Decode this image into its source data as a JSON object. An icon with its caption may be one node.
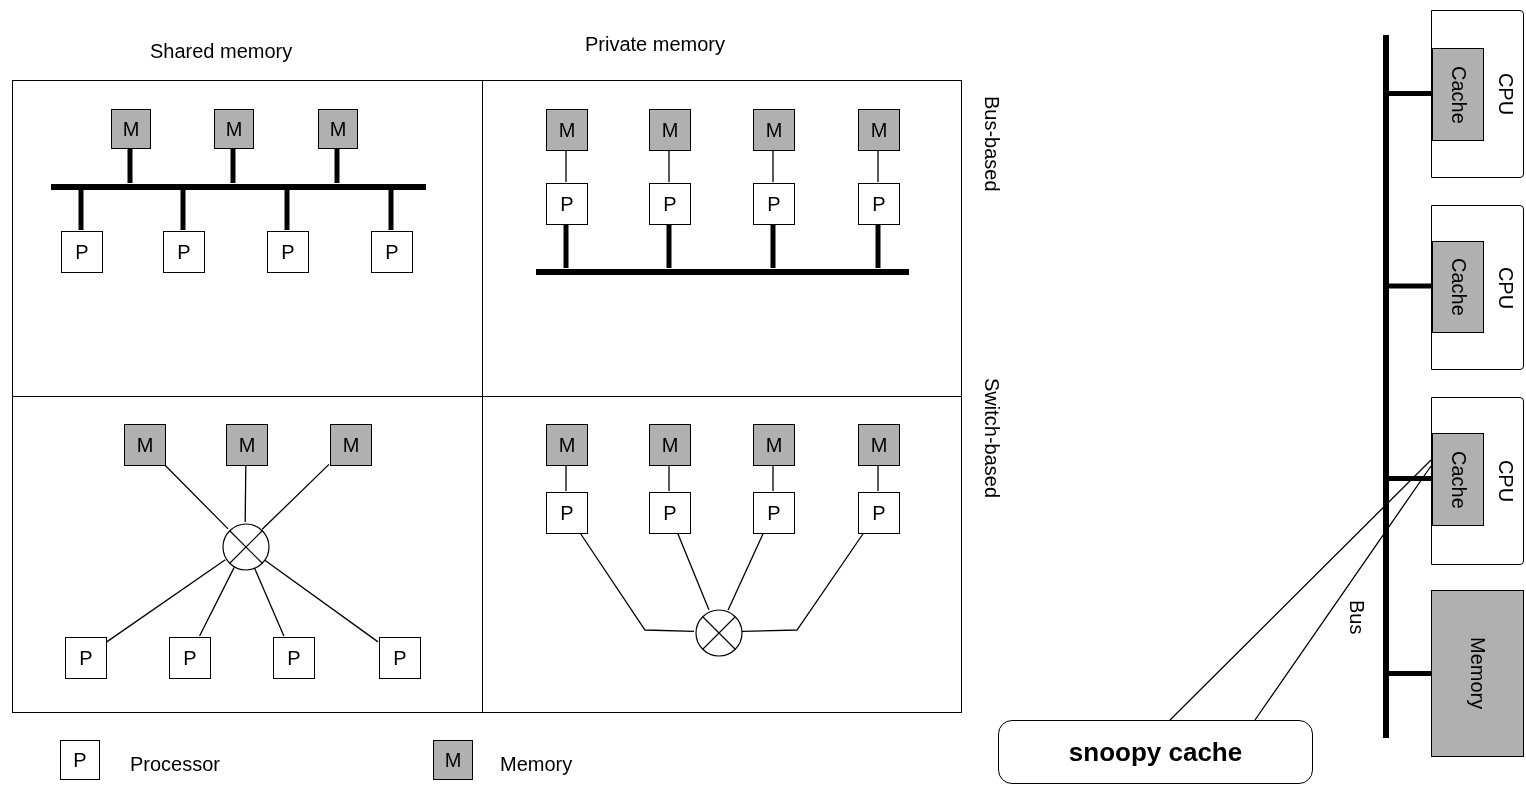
{
  "diagram": {
    "nodes": [
      {
        "text": [],
        "shape": "box"
      },
      {
        "text": [
          "M"
        ],
        "in": 0
      },
      {
        "text": [
          "M"
        ],
        "in": 0
      },
      {
        "text": [
          "M"
        ],
        "in": 0
      },
      {
        "text": [],
        "shape": "bar",
        "in": 0
      },
      {
        "text": [
          "P"
        ],
        "in": 0
      },
      {
        "text": [
          "P"
        ],
        "in": 0
      },
      {
        "text": [
          "P"
        ],
        "in": 0
      },
      {
        "text": [
          "P"
        ],
        "in": 0
      },
      {
        "text": [],
        "shape": "box"
      },
      {
        "text": [
          "M"
        ],
        "in": 9
      },
      {
        "text": [
          "M"
        ],
        "in": 9
      },
      {
        "text": [
          "M"
        ],
        "in": 9
      },
      {
        "text": [
          "M"
        ],
        "in": 9
      },
      {
        "text": [
          "P"
        ],
        "in": 9
      },
      {
        "text": [
          "P"
        ],
        "in": 9
      },
      {
        "text": [
          "P"
        ],
        "in": 9
      },
      {
        "text": [
          "P"
        ],
        "in": 9
      },
      {
        "text": [],
        "shape": "bar",
        "in": 9
      },
      {
        "text": [],
        "shape": "box"
      },
      {
        "text": [
          "M"
        ],
        "in": 19
      },
      {
        "text": [
          "M"
        ],
        "in": 19
      },
      {
        "text": [
          "M"
        ],
        "in": 19
      },
      {
        "text": [],
        "shape": "circle",
        "in": 19
      },
      {
        "text": [
          "P"
        ],
        "in": 19
      },
      {
        "text": [
          "P"
        ],
        "in": 19
      },
      {
        "text": [
          "P"
        ],
        "in": 19
      },
      {
        "text": [
          "P"
        ],
        "in": 19
      },
      {
        "text": [],
        "shape": "box"
      },
      {
        "text": [
          "M"
        ],
        "in": 28
      },
      {
        "text": [
          "M"
        ],
        "in": 28
      },
      {
        "text": [
          "M"
        ],
        "in": 28
      },
      {
        "text": [
          "M"
        ],
        "in": 28
      },
      {
        "text": [
          "P"
        ],
        "in": 28
      },
      {
        "text": [
          "P"
        ],
        "in": 28
      },
      {
        "text": [
          "P"
        ],
        "in": 28
      },
      {
        "text": [
          "P"
        ],
        "in": 28
      },
      {
        "text": [],
        "shape": "circle",
        "in": 28
      },
      {
        "text": [
          "P"
        ],
        "beside": [
          "Processor"
        ]
      },
      {
        "text": [
          "M"
        ],
        "beside": [
          "Memory"
        ]
      },
      {
        "text": [],
        "shape": "bar",
        "beside": [
          "Bus"
        ]
      },
      {
        "text": [
          "CPU"
        ]
      },
      {
        "text": [
          "Cache"
        ],
        "in": 41
      },
      {
        "text": [
          "CPU"
        ]
      },
      {
        "text": [
          "Cache"
        ],
        "in": 43
      },
      {
        "text": [
          "CPU"
        ]
      },
      {
        "text": [
          "Cache"
        ],
        "in": 45
      },
      {
        "text": [
          "Memory"
        ]
      },
      {
        "text": [
          "snoopy cache"
        ]
      }
    ],
    "edges": [
      {
        "from": 1,
        "to": 4,
        "arrow": "none",
        "style": "thick"
      },
      {
        "from": 2,
        "to": 4,
        "arrow": "none",
        "style": "thick"
      },
      {
        "from": 3,
        "to": 4,
        "arrow": "none",
        "style": "thick"
      },
      {
        "from": 4,
        "to": 5,
        "arrow": "none",
        "style": "thick"
      },
      {
        "from": 4,
        "to": 6,
        "arrow": "none",
        "style": "thick"
      },
      {
        "from": 4,
        "to": 7,
        "arrow": "none",
        "style": "thick"
      },
      {
        "from": 4,
        "to": 8,
        "arrow": "none",
        "style": "thick"
      },
      {
        "from": 10,
        "to": 14,
        "arrow": "none"
      },
      {
        "from": 11,
        "to": 15,
        "arrow": "none"
      },
      {
        "from": 12,
        "to": 16,
        "arrow": "none"
      },
      {
        "from": 13,
        "to": 17,
        "arrow": "none"
      },
      {
        "from": 14,
        "to": 18,
        "arrow": "none",
        "style": "thick"
      },
      {
        "from": 15,
        "to": 18,
        "arrow": "none",
        "style": "thick"
      },
      {
        "from": 16,
        "to": 18,
        "arrow": "none",
        "style": "thick"
      },
      {
        "from": 17,
        "to": 18,
        "arrow": "none",
        "style": "thick"
      },
      {
        "from": 20,
        "to": 23,
        "arrow": "none"
      },
      {
        "from": 21,
        "to": 23,
        "arrow": "none"
      },
      {
        "from": 22,
        "to": 23,
        "arrow": "none"
      },
      {
        "from": 23,
        "to": 24,
        "arrow": "none"
      },
      {
        "from": 23,
        "to": 25,
        "arrow": "none"
      },
      {
        "from": 23,
        "to": 26,
        "arrow": "none"
      },
      {
        "from": 23,
        "to": 27,
        "arrow": "none"
      },
      {
        "from": 29,
        "to": 33,
        "arrow": "none"
      },
      {
        "from": 30,
        "to": 34,
        "arrow": "none"
      },
      {
        "from": 31,
        "to": 35,
        "arrow": "none"
      },
      {
        "from": 32,
        "to": 36,
        "arrow": "none"
      },
      {
        "from": 33,
        "to": 37,
        "arrow": "none"
      },
      {
        "from": 34,
        "to": 37,
        "arrow": "none"
      },
      {
        "from": 35,
        "to": 37,
        "arrow": "none"
      },
      {
        "from": 36,
        "to": 37,
        "arrow": "none"
      },
      {
        "from": 40,
        "to": 42,
        "arrow": "none",
        "style": "thick"
      },
      {
        "from": 40,
        "to": 44,
        "arrow": "none",
        "style": "thick"
      },
      {
        "from": 40,
        "to": 46,
        "arrow": "none",
        "style": "thick"
      },
      {
        "from": 40,
        "to": 47,
        "arrow": "none",
        "style": "thick"
      },
      {
        "from": 48,
        "to": 46,
        "arrow": "none"
      }
    ],
    "labels": [
      "Shared memory",
      "Private memory",
      "Bus-based",
      "Switch-based"
    ]
  }
}
